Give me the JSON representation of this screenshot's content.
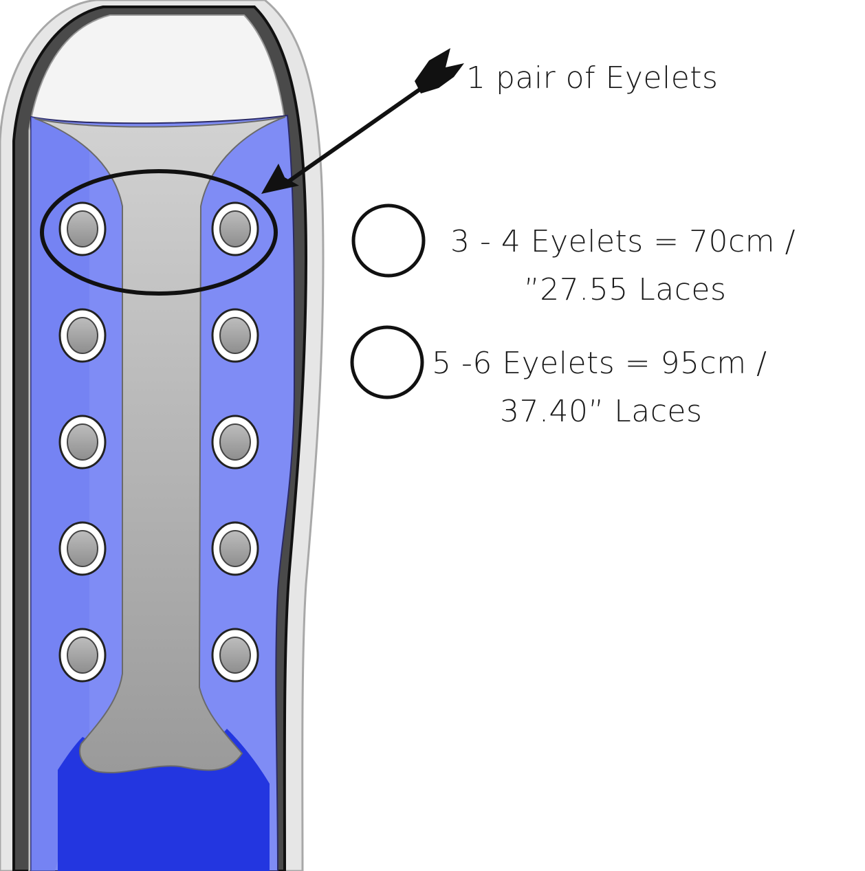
{
  "labels": {
    "pair": "1 pair of Eyelets",
    "size_small_line1": "3 - 4 Eyelets = 70cm /",
    "size_small_line2": "”27.55 Laces",
    "size_large_line1": "5 -6 Eyelets = 95cm /",
    "size_large_line2": "37.40” Laces"
  },
  "eyelets": {
    "per_side": 5
  },
  "colors": {
    "shoe_body": "#7f8cf5",
    "shoe_toe": "#2336e0",
    "tongue": "#b3b3b3",
    "outline": "#111111",
    "eyelet_ring": "#ffffff",
    "eyelet_center": "#a9a9a9"
  },
  "icons": [
    "arrow-icon",
    "option-circle-icon"
  ]
}
